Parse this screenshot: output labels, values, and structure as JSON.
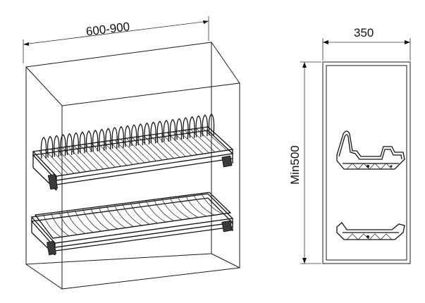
{
  "dimensions": {
    "width_label": "600-900",
    "depth_label": "350",
    "height_label": "Min500"
  }
}
